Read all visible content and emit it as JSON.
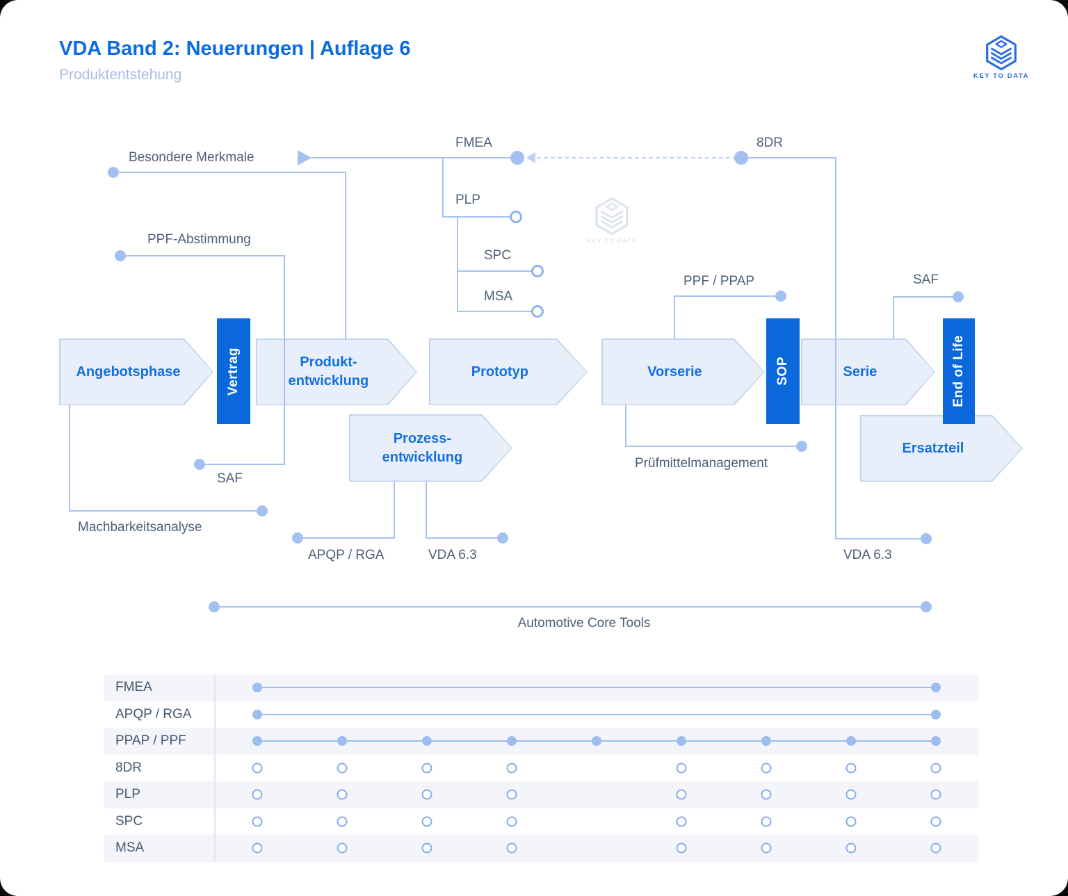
{
  "header": {
    "title": "VDA Band 2: Neuerungen | Auflage 6",
    "subtitle": "Produktentstehung"
  },
  "logo": {
    "text": "KEY TO DATA"
  },
  "watermark": {
    "text": "KEY TO DATA"
  },
  "colors": {
    "accent_blue": "#0a68da",
    "phase_text": "#1270e0",
    "phase_fill": "#e9effa",
    "phase_border": "#c3d3ee",
    "connector": "#a6c3f0",
    "annotation_text": "#4c5f78",
    "stripe": "#f3f5fb"
  },
  "phases": [
    {
      "label": "Angebotsphase",
      "type": "chevron"
    },
    {
      "label": "Vertrag",
      "type": "milestone"
    },
    {
      "label": "Produkt-\nentwicklung",
      "type": "chevron"
    },
    {
      "label": "Prototyp",
      "type": "chevron"
    },
    {
      "label": "Vorserie",
      "type": "chevron"
    },
    {
      "label": "SOP",
      "type": "milestone"
    },
    {
      "label": "Serie",
      "type": "chevron"
    },
    {
      "label": "End of Life",
      "type": "milestone"
    },
    {
      "label": "Prozess-\nentwicklung",
      "type": "chevron"
    },
    {
      "label": "Ersatzteil",
      "type": "chevron"
    }
  ],
  "annotations": {
    "besondere_merkmale": "Besondere Merkmale",
    "ppf_abstimmung": "PPF-Abstimmung",
    "saf_left": "SAF",
    "machbarkeitsanalyse": "Machbarkeitsanalyse",
    "apqp_rga": "APQP / RGA",
    "vda63_left": "VDA 6.3",
    "fmea": "FMEA",
    "plp": "PLP",
    "spc": "SPC",
    "msa": "MSA",
    "8dr": "8DR",
    "ppf_ppap": "PPF / PPAP",
    "pruefmittelmanagement": "Prüfmittelmanagement",
    "saf_right": "SAF",
    "vda63_right": "VDA 6.3",
    "automotive_core_tools": "Automotive Core Tools"
  },
  "matrix": {
    "columns": 9,
    "skip_column": 5,
    "rows": [
      {
        "label": "FMEA",
        "marker": "line-span"
      },
      {
        "label": "APQP / RGA",
        "marker": "line-span"
      },
      {
        "label": "PPAP / PPF",
        "marker": "line-dots"
      },
      {
        "label": "8DR",
        "marker": "circles"
      },
      {
        "label": "PLP",
        "marker": "circles"
      },
      {
        "label": "SPC",
        "marker": "circles"
      },
      {
        "label": "MSA",
        "marker": "circles"
      }
    ]
  }
}
